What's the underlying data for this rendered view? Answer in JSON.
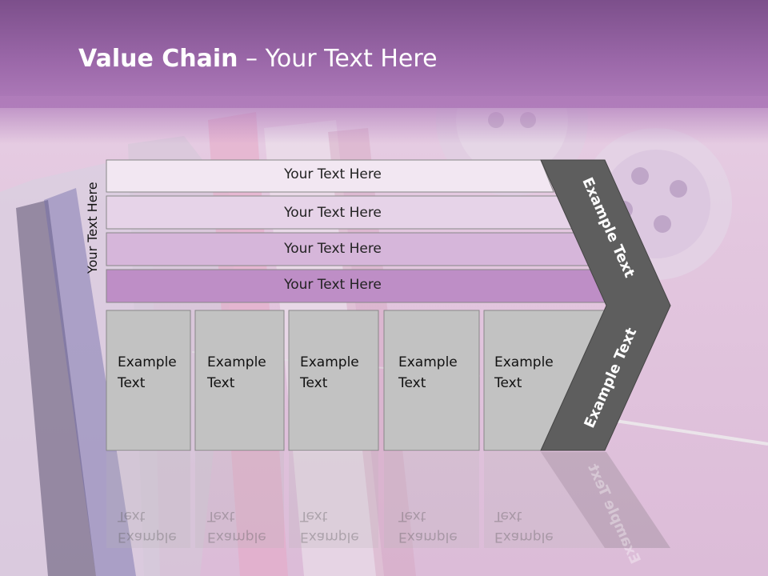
{
  "title": {
    "bold": "Value Chain",
    "rest": " – Your Text Here"
  },
  "side_label": "Your Text Here",
  "bars": [
    {
      "label": "Your Text Here"
    },
    {
      "label": "Your Text Here"
    },
    {
      "label": "Your Text Here"
    },
    {
      "label": "Your Text Here"
    }
  ],
  "boxes": [
    {
      "label": "Example\nText"
    },
    {
      "label": "Example\nText"
    },
    {
      "label": "Example\nText"
    },
    {
      "label": "Example\nText"
    },
    {
      "label": "Example\nText"
    }
  ],
  "chevron": {
    "upper": "Example Text",
    "lower": "Example Text"
  },
  "colors": {
    "title_bar": "#9a67a8",
    "bar1": "#f2e7f2",
    "bar2": "#e6d3e8",
    "bar3": "#d6b6da",
    "bar4": "#be8ec6",
    "box": "#c2c2c2",
    "chevron": "#5e5e5e"
  }
}
